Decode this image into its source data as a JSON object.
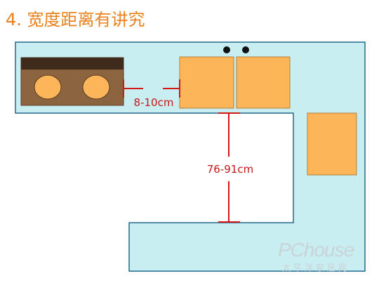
{
  "title": "4. 宽度距离有讲究",
  "dimensions": {
    "horizontal_label": "8-10cm",
    "vertical_label": "76-91cm"
  },
  "watermark": {
    "brand": "PChouse",
    "subtitle": "太平洋家居网"
  },
  "colors": {
    "title": "#e8821e",
    "countertop": "#c8eef2",
    "outline": "#1f6a8a",
    "cabinet": "#fdb55a",
    "stove": "#8d6440",
    "stove_top": "#3e2b1c",
    "burner": "#fdb55a",
    "dimension": "#d31818"
  }
}
